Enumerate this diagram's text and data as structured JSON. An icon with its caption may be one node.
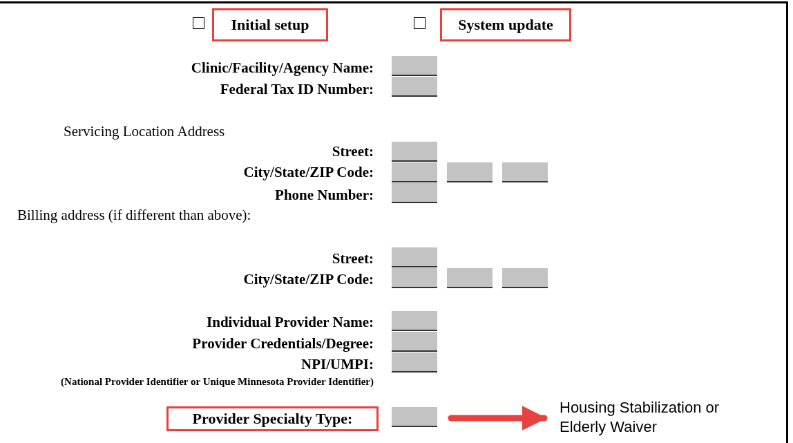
{
  "diagram": {
    "nodes": [
      {
        "text": [
          "Initial setup"
        ]
      },
      {
        "text": [
          "System update"
        ]
      },
      {
        "text": [],
        "shape": "box"
      },
      {
        "text": [],
        "shape": "box"
      },
      {
        "text": [],
        "shape": "box"
      },
      {
        "text": [],
        "shape": "box"
      },
      {
        "text": [],
        "shape": "box"
      },
      {
        "text": [],
        "shape": "box"
      },
      {
        "text": [],
        "shape": "box"
      },
      {
        "text": [],
        "shape": "box"
      },
      {
        "text": [],
        "shape": "box"
      },
      {
        "text": [],
        "shape": "box"
      },
      {
        "text": [],
        "shape": "box"
      },
      {
        "text": [],
        "shape": "box"
      },
      {
        "text": [],
        "shape": "box"
      },
      {
        "text": [],
        "shape": "box"
      },
      {
        "text": [
          "Provider Specialty Type:"
        ]
      },
      {
        "text": [],
        "shape": "box"
      },
      {
        "text": [
          "Housing Stabilization or Elderly Waiver"
        ]
      }
    ],
    "edges": [
      {
        "from": 17,
        "to": 18,
        "arrow": "to"
      }
    ],
    "labels": [
      "Clinic/Facility/Agency Name:",
      "Federal Tax ID Number:",
      "Servicing Location Address",
      "Street:",
      "City/State/ZIP Code:",
      "Phone Number:",
      "Billing address (if different than above):",
      "Street:",
      "City/State/ZIP Code:",
      "Individual Provider Name:",
      "Provider Credentials/Degree:",
      "NPI/UMPI:",
      "(National Provider Identifier or Unique Minnesota Provider Identifier)"
    ]
  }
}
